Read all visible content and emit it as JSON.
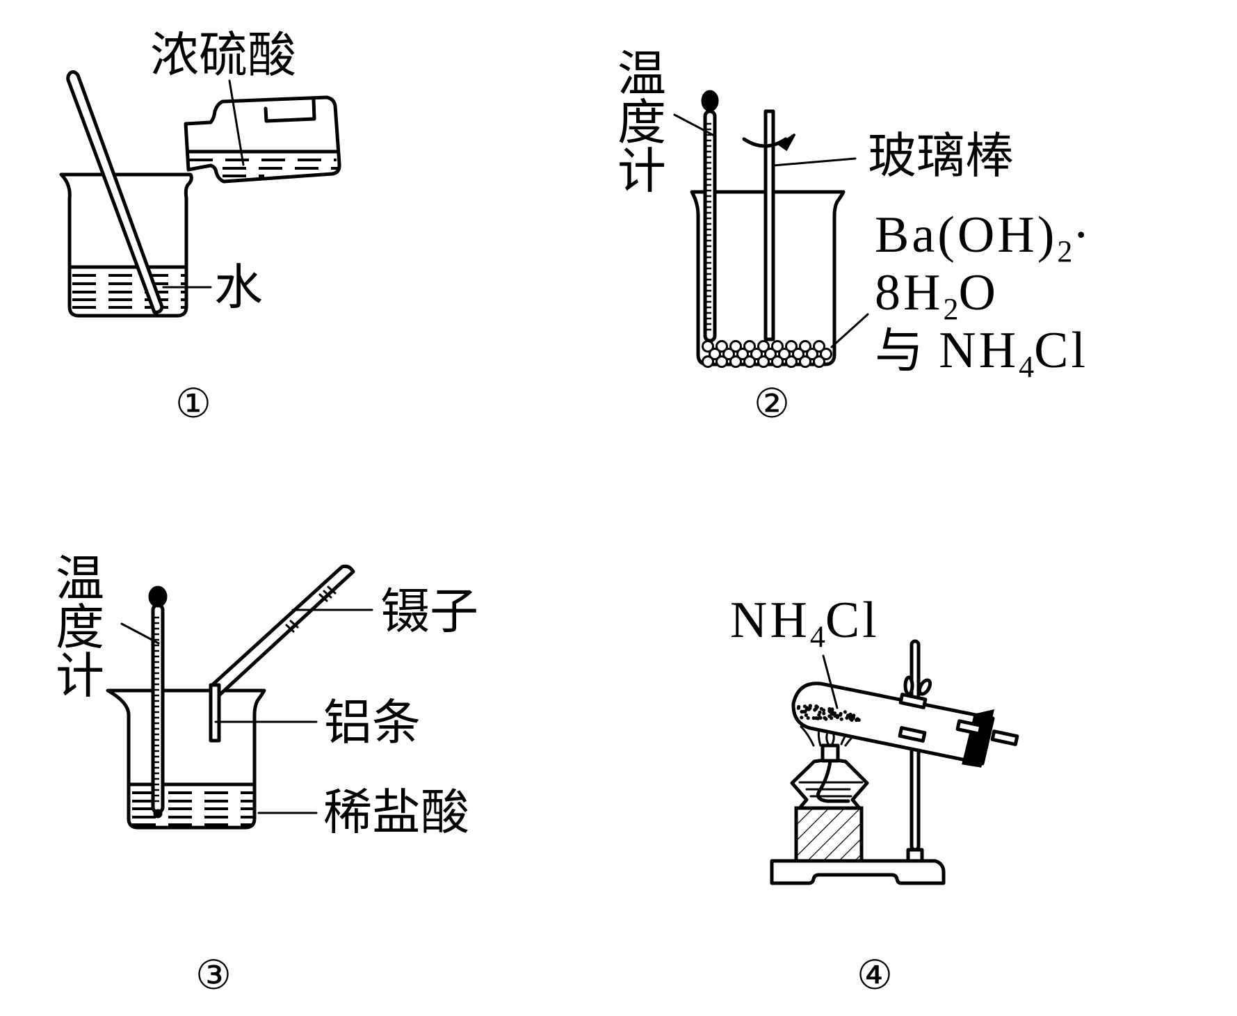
{
  "figure": {
    "panels": [
      {
        "id": "1",
        "number_label": "①",
        "labels": {
          "reagent": "浓硫酸",
          "liquid": "水"
        }
      },
      {
        "id": "2",
        "number_label": "②",
        "labels": {
          "thermometer": [
            "温",
            "度",
            "计"
          ],
          "rod": "玻璃棒",
          "reagent_line1": {
            "a": "Ba(OH)",
            "sub": "2",
            "b": "·"
          },
          "reagent_line2": {
            "a": "8H",
            "sub": "2",
            "b": "O"
          },
          "reagent_line3": {
            "prefix": "与 ",
            "a": "NH",
            "sub": "4",
            "b": "Cl"
          }
        }
      },
      {
        "id": "3",
        "number_label": "③",
        "labels": {
          "thermometer": [
            "温",
            "度",
            "计"
          ],
          "tweezers": "镊子",
          "strip": "铝条",
          "liquid": "稀盐酸"
        }
      },
      {
        "id": "4",
        "number_label": "④",
        "labels": {
          "reagent": {
            "a": "NH",
            "sub": "4",
            "b": "Cl"
          }
        }
      }
    ]
  }
}
